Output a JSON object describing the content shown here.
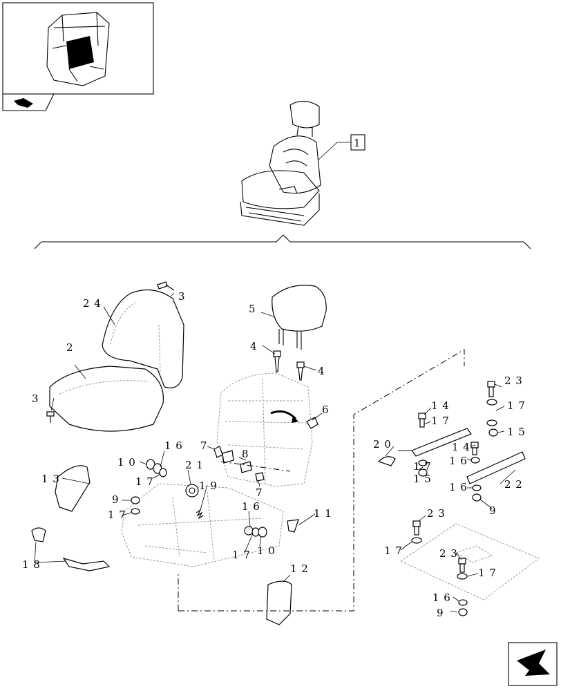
{
  "callouts": {
    "main_ref": "1",
    "c24": "2 4",
    "c3a": "3",
    "c2": "2",
    "c3b": "3",
    "c5": "5",
    "c4a": "4",
    "c4b": "4",
    "c6": "6",
    "c16a": "1 6",
    "c10a": "1 0",
    "c17a": "1 7",
    "c21": "2 1",
    "c19": "1 9",
    "c7a": "7",
    "c8": "8",
    "c7b": "7",
    "c13": "1 3",
    "c9a": "9",
    "c17b": "1 7",
    "c18": "1 8",
    "c16b": "1 6",
    "c11": "1 1",
    "c17c": "1 7",
    "c10b": "1 0",
    "c12": "1 2",
    "c20": "2 0",
    "c14a": "1 4",
    "c17d": "1 7",
    "c23a": "2 3",
    "c17e": "1 7",
    "c15a": "1 5",
    "c14b": "1 4",
    "c16c": "1 6",
    "c17f": "1 7",
    "c15b": "1 5",
    "c16d": "1 6",
    "c22": "2 2",
    "c9b": "9",
    "c23b": "2 3",
    "c17g": "1 7",
    "c23c": "2 3",
    "c17h": "1 7",
    "c16e": "1 6",
    "c9c": "9"
  }
}
